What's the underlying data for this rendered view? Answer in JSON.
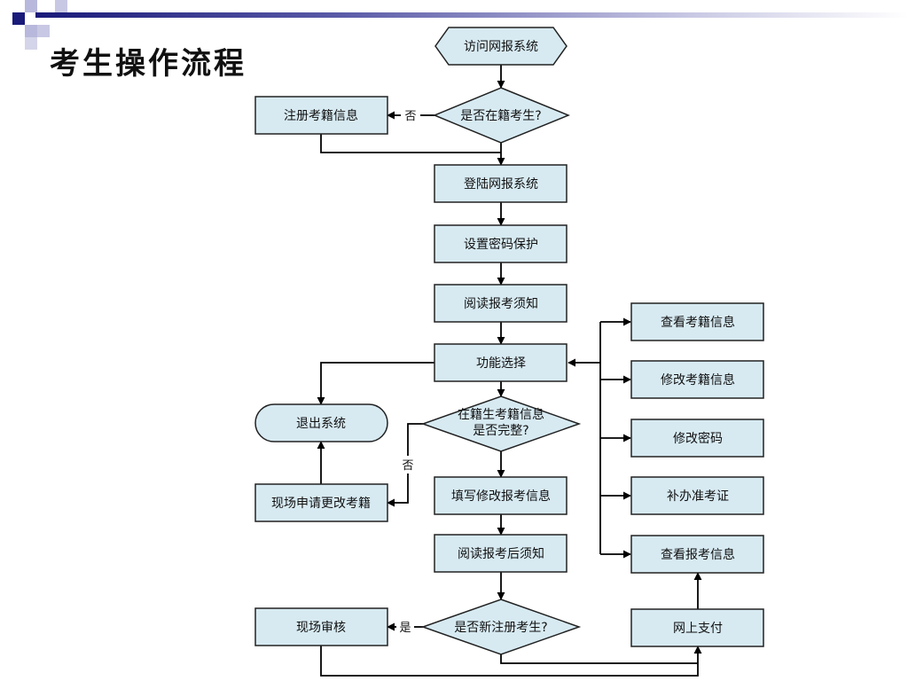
{
  "slide": {
    "title": "考生操作流程",
    "accent_colors": {
      "dark": "#1a1a7a",
      "light": "#b8b8dc",
      "node_fill": "#d7eaf2"
    }
  },
  "flowchart": {
    "nodes": {
      "visit": "访问网报系统",
      "in_reg": "是否在籍考生?",
      "register": "注册考籍信息",
      "login": "登陆网报系统",
      "pwd": "设置密码保护",
      "notice": "阅读报考须知",
      "func": "功能选择",
      "complete_l1": "在籍生考籍信息",
      "complete_l2": "是否完整?",
      "exit": "退出系统",
      "onsite_change": "现场申请更改考籍",
      "fill": "填写修改报考信息",
      "after_notice": "阅读报考后须知",
      "new_reg": "是否新注册考生?",
      "onsite_review": "现场审核",
      "view_reg": "查看考籍信息",
      "edit_reg": "修改考籍信息",
      "edit_pwd": "修改密码",
      "reissue": "补办准考证",
      "view_exam": "查看报考信息",
      "pay": "网上支付"
    },
    "edge_labels": {
      "no1": "否",
      "no2": "否",
      "yes1": "是"
    }
  }
}
